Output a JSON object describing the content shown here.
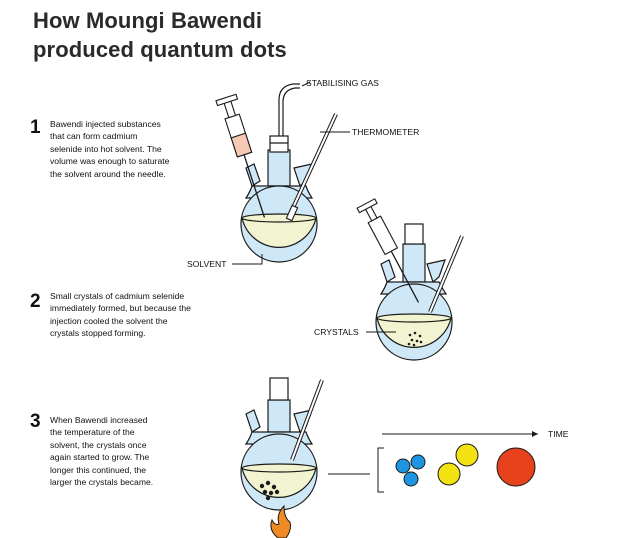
{
  "title": {
    "line1": "How Moungi Bawendi",
    "line2": "produced quantum dots"
  },
  "steps": [
    {
      "number": "1",
      "text": "Bawendi injected substances\nthat can form cadmium\nselenide into hot solvent. The\nvolume was enough to saturate\nthe solvent around the needle."
    },
    {
      "number": "2",
      "text": "Small crystals of cadmium selenide\nimmediately formed, but because the\ninjection cooled the solvent the\ncrystals stopped forming."
    },
    {
      "number": "3",
      "text": "When Bawendi increased\nthe temperature of the\nsolvent, the crystals once\nagain started to grow. The\nlonger this continued, the\nlarger the crystals became."
    }
  ],
  "labels": {
    "stabilising_gas": "STABILISING GAS",
    "thermometer": "THERMOMETER",
    "solvent": "SOLVENT",
    "crystals": "CRYSTALS",
    "time": "TIME"
  },
  "colors": {
    "glass_blue": "#cfe8f7",
    "solvent_yellow": "#f2f3d0",
    "syringe_pink": "#f6c9b3",
    "outline": "#1a1a1a",
    "dot_small": "#1e95e0",
    "dot_medium": "#f3e211",
    "dot_large": "#e8421c",
    "flame": "#f08a24"
  }
}
